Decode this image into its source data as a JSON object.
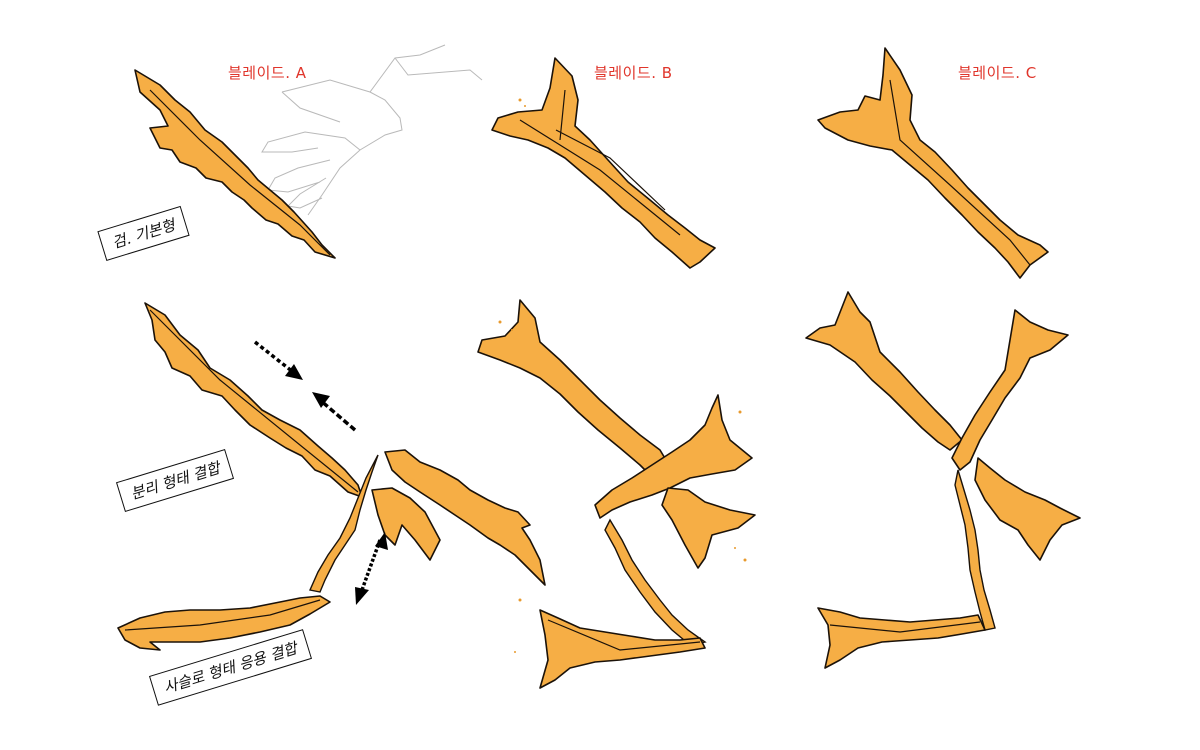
{
  "titles": {
    "blade_a": "블레이드. A",
    "blade_b": "블레이드. B",
    "blade_c": "블레이드. C"
  },
  "notes": {
    "note_1": "검. 기본형",
    "note_2": "분리 형태 결합",
    "note_3": "사슬로 형태 응용 결합"
  },
  "colors": {
    "blade_fill": "#f6ae45",
    "outline": "#1b1209",
    "title_red": "#e0352b"
  }
}
